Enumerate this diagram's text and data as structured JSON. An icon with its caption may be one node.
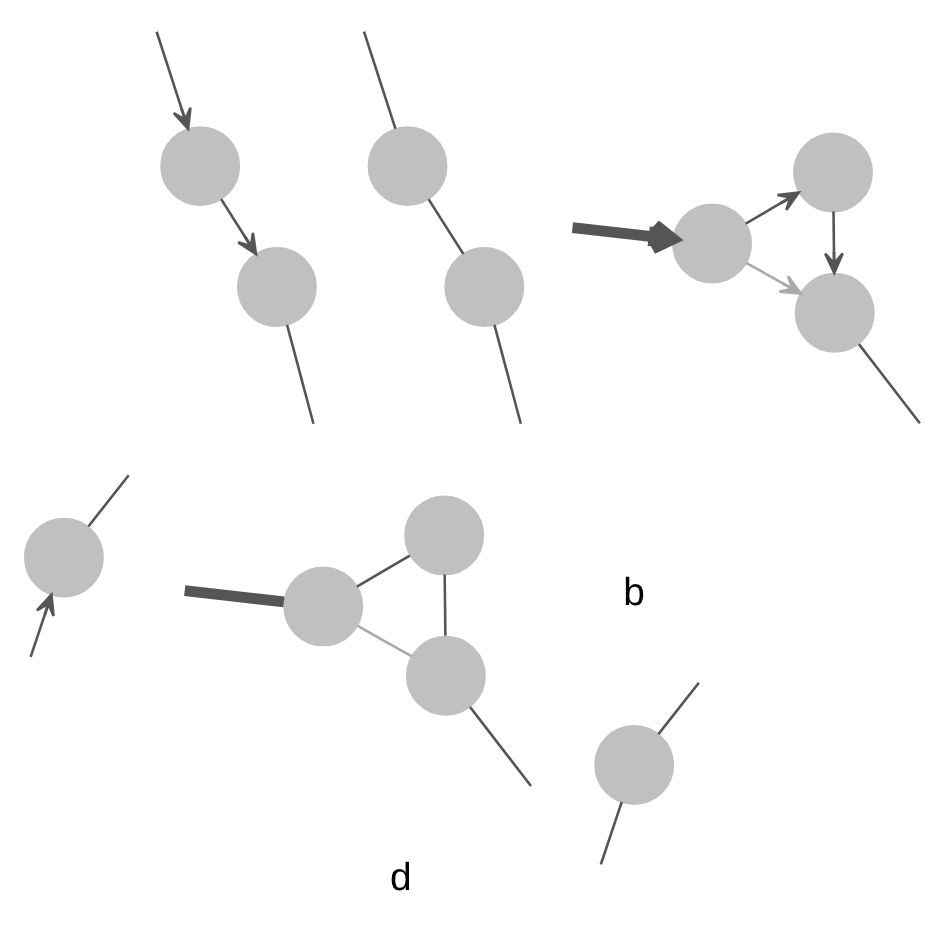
{
  "diagram": {
    "nodes": [
      {
        "text": [],
        "shape": "circle"
      },
      {
        "text": [],
        "shape": "circle"
      },
      {
        "text": [],
        "shape": "circle"
      },
      {
        "text": [],
        "shape": "circle"
      },
      {
        "text": [],
        "shape": "circle"
      },
      {
        "text": [],
        "shape": "circle"
      },
      {
        "text": [],
        "shape": "circle"
      },
      {
        "text": [],
        "shape": "circle"
      },
      {
        "text": [],
        "shape": "circle"
      },
      {
        "text": [],
        "shape": "circle"
      },
      {
        "text": [],
        "shape": "circle"
      },
      {
        "text": [],
        "shape": "circle"
      }
    ],
    "edges": [
      {
        "from": null,
        "to": 0,
        "arrow": "none"
      },
      {
        "from": 0,
        "to": null,
        "arrow": "none"
      },
      {
        "from": null,
        "to": 2,
        "arrow": "none"
      },
      {
        "from": 1,
        "to": null,
        "arrow": "none"
      },
      {
        "from": 1,
        "to": 2,
        "arrow": "none"
      },
      {
        "from": 3,
        "to": 4,
        "arrow": "none"
      },
      {
        "from": 3,
        "to": null,
        "arrow": "none",
        "style": "thick"
      },
      {
        "from": 3,
        "to": 5,
        "arrow": "none",
        "color": "#aaaaaa"
      },
      {
        "from": 4,
        "to": 5,
        "arrow": "none"
      },
      {
        "from": 5,
        "to": null,
        "arrow": "none"
      },
      {
        "from": 6,
        "to": null,
        "arrow": "none"
      },
      {
        "from": null,
        "to": 6,
        "arrow": "to"
      },
      {
        "from": null,
        "to": 8,
        "arrow": "none"
      },
      {
        "from": null,
        "to": 7,
        "arrow": "to"
      },
      {
        "from": 7,
        "to": 8,
        "arrow": "to"
      },
      {
        "from": 9,
        "to": 10,
        "arrow": "to"
      },
      {
        "from": null,
        "to": 9,
        "arrow": "to",
        "style": "thick"
      },
      {
        "from": 9,
        "to": 11,
        "arrow": "to",
        "color": "#aaaaaa"
      },
      {
        "from": 10,
        "to": 11,
        "arrow": "to"
      },
      {
        "from": 11,
        "to": null,
        "arrow": "none"
      }
    ],
    "labels": [
      "b",
      "d"
    ]
  }
}
